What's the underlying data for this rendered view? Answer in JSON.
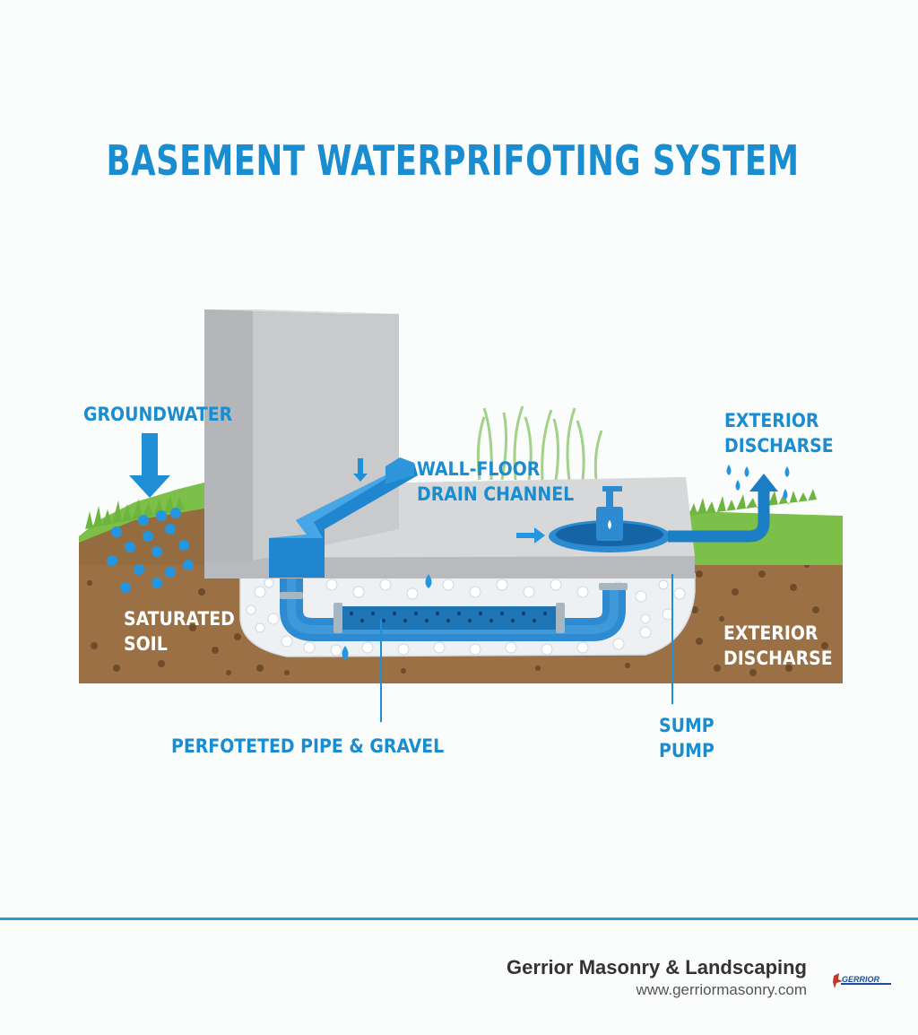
{
  "title": "BASEMENT WATERPRIFOTING SYSTEM",
  "labels": {
    "groundwater": "GROUNDWATER",
    "saturated_soil": "SATURATED\nSOIL",
    "wall_floor_drain": "WALL-FLOOR\nDRAIN CHANNEL",
    "exterior_discharge_top": "EXTERIOR\nDISCHARSE",
    "exterior_discharge_bottom": "EXTERIOR\nDISCHARSE",
    "perforated_pipe": "PERFOTETED PIPE & GRAVEL",
    "sump_pump": "SUMP\nPUMP"
  },
  "footer": {
    "company": "Gerrior Masonry & Landscaping",
    "url": "www.gerriormasonry.com",
    "logo_text": "GERRIOR"
  },
  "colors": {
    "accent_blue": "#1a8dd0",
    "soil": "#9a7044",
    "grass": "#7cc04a",
    "concrete": "#c9cacc"
  }
}
